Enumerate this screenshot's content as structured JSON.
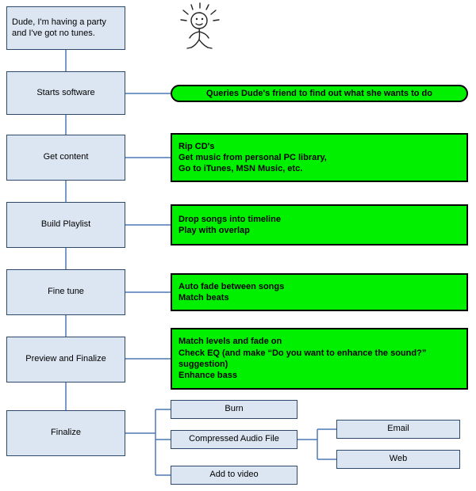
{
  "colors": {
    "note_green": "#00f000",
    "box_fill": "#dce6f2",
    "box_border": "#2d4a6b",
    "line_blue": "#4d79b6",
    "note_border": "#000000"
  },
  "icons": {
    "character": "dancing-dude-doodle"
  },
  "intro": {
    "text": "Dude, I'm having a party\nand I've got no tunes."
  },
  "steps": [
    {
      "label": "Starts software"
    },
    {
      "label": "Get content"
    },
    {
      "label": "Build Playlist"
    },
    {
      "label": "Fine tune"
    },
    {
      "label": "Preview and Finalize"
    },
    {
      "label": "Finalize"
    }
  ],
  "notes": [
    {
      "text": "Queries Dude's friend to find out what she wants to do"
    },
    {
      "text": "Rip CD's\nGet music from personal PC library,\nGo to iTunes, MSN Music, etc."
    },
    {
      "text": "Drop songs into timeline\nPlay with overlap"
    },
    {
      "text": "Auto fade between songs\nMatch beats"
    },
    {
      "text": "Match levels and fade on\nCheck EQ (and make “Do you want to enhance the sound?” suggestion)\nEnhance bass"
    }
  ],
  "outputs": [
    {
      "label": "Burn"
    },
    {
      "label": "Compressed Audio File"
    },
    {
      "label": "Add to video"
    }
  ],
  "destinations": [
    {
      "label": "Email"
    },
    {
      "label": "Web"
    }
  ]
}
